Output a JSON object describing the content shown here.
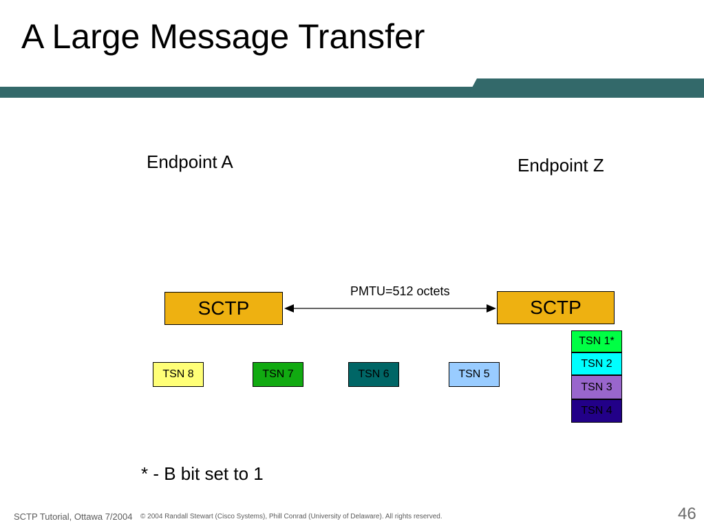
{
  "slide": {
    "title": "A Large Message Transfer"
  },
  "diagram": {
    "endpoint_a": "Endpoint A",
    "endpoint_z": "Endpoint Z",
    "sctp_a": "SCTP",
    "sctp_z": "SCTP",
    "pmtu": "PMTU=512 octets",
    "in_transit": [
      {
        "label": "TSN 8",
        "color": "#ffff77",
        "text_color": "#000000"
      },
      {
        "label": "TSN 7",
        "color": "#11aa11",
        "text_color": "#000000"
      },
      {
        "label": "TSN 6",
        "color": "#006666",
        "text_color": "#000000"
      },
      {
        "label": "TSN 5",
        "color": "#99ccff",
        "text_color": "#000000"
      }
    ],
    "received": [
      {
        "label": "TSN 1*",
        "color": "#00ff44",
        "text_color": "#000000"
      },
      {
        "label": "TSN 2",
        "color": "#00ffff",
        "text_color": "#000000"
      },
      {
        "label": "TSN 3",
        "color": "#9966cc",
        "text_color": "#000000"
      },
      {
        "label": "TSN 4",
        "color": "#220088",
        "text_color": "#000000"
      }
    ],
    "note": "* - B bit set to 1"
  },
  "footer": {
    "left": "SCTP Tutorial, Ottawa 7/2004",
    "copyright": "© 2004 Randall Stewart (Cisco Systems), Phill Conrad (University of Delaware). All rights reserved.",
    "page_number": "46"
  },
  "colors": {
    "title_bar": "#33696a",
    "sctp_box": "#eeb111"
  }
}
